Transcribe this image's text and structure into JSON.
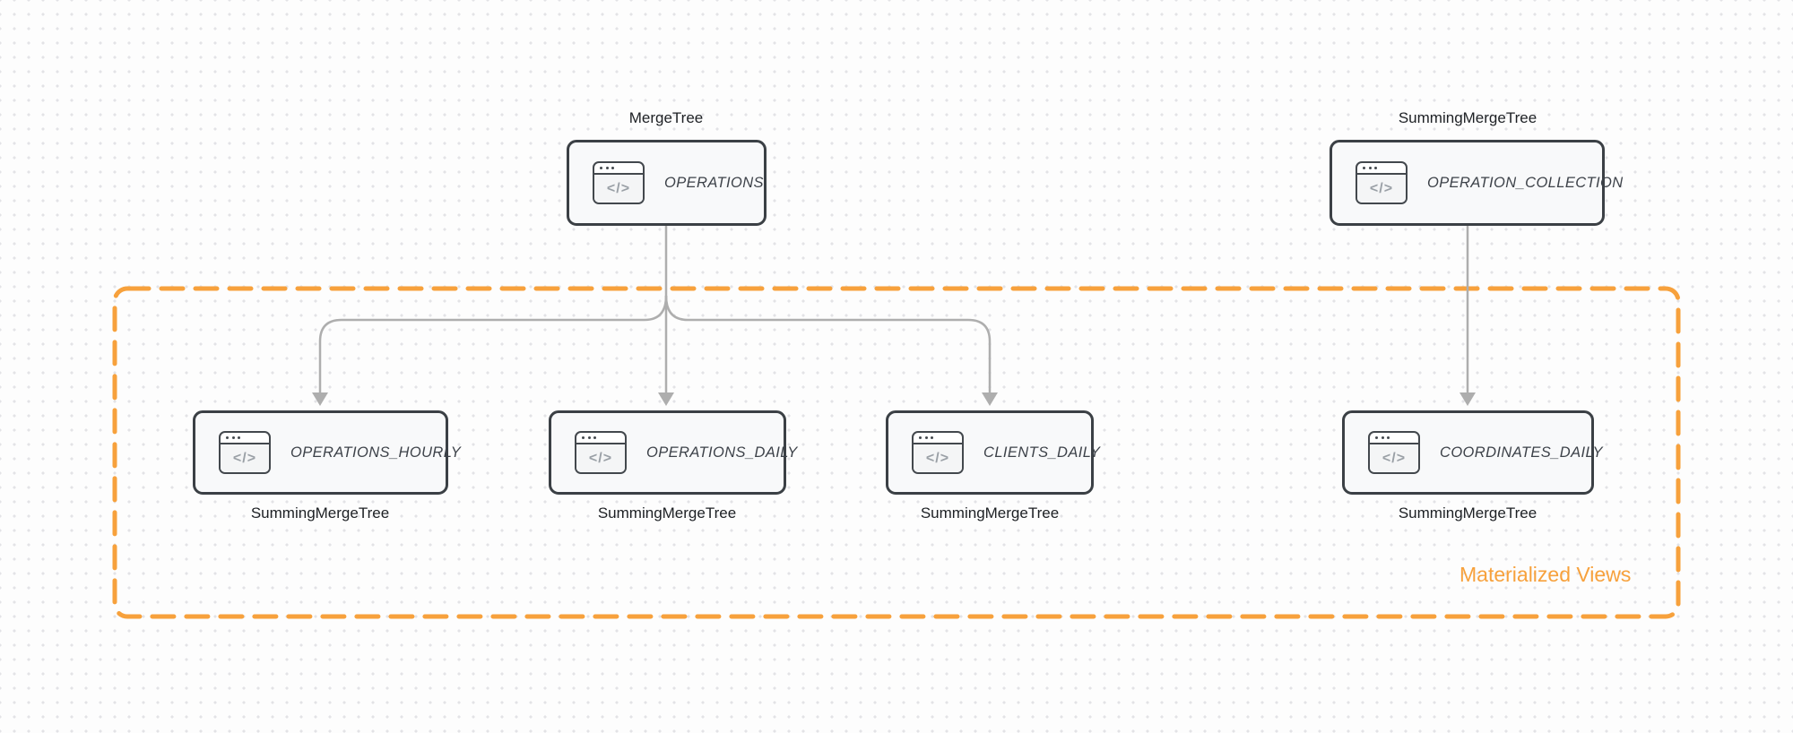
{
  "diagram": {
    "icon_glyph": "</>",
    "nodes": {
      "operations": {
        "name": "OPERATIONS",
        "engine_label": "MergeTree"
      },
      "operation_collection": {
        "name": "OPERATION_COLLECTION",
        "engine_label": "SummingMergeTree"
      },
      "operations_hourly": {
        "name": "OPERATIONS_HOURLY",
        "engine_label": "SummingMergeTree"
      },
      "operations_daily": {
        "name": "OPERATIONS_DAILY",
        "engine_label": "SummingMergeTree"
      },
      "clients_daily": {
        "name": "CLIENTS_DAILY",
        "engine_label": "SummingMergeTree"
      },
      "coordinates_daily": {
        "name": "COORDINATES_DAILY",
        "engine_label": "SummingMergeTree"
      }
    },
    "group": {
      "label": "Materialized Views"
    },
    "colors": {
      "accent_orange": "#f7a13c",
      "arrow_gray": "#aeaeae",
      "node_border": "#3b4045",
      "node_fill": "#f8f9fa",
      "background": "#fdfdfd"
    }
  }
}
